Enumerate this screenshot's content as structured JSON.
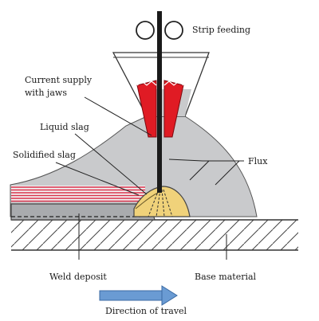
{
  "labels": {
    "strip_feeding": "Strip feeding",
    "current_supply_line1": "Current supply",
    "current_supply_line2": "with jaws",
    "liquid_slag": "Liquid slag",
    "solidified_slag": "Solidified slag",
    "flux": "Flux",
    "weld_deposit": "Weld deposit",
    "base_material": "Base material",
    "direction_of_travel": "Direction of travel"
  },
  "colors": {
    "flux": "#c9cacc",
    "jaws": "#e01b24",
    "solidified_slag_stripes": "#d9304a",
    "liquid_slag_pool": "#f0d27a",
    "weld_deposit": "#a9abae",
    "direction_arrow": "#6a9bd3"
  },
  "icons": {
    "strip_reel": "reel-icon",
    "travel_arrow": "arrow-right-icon"
  }
}
